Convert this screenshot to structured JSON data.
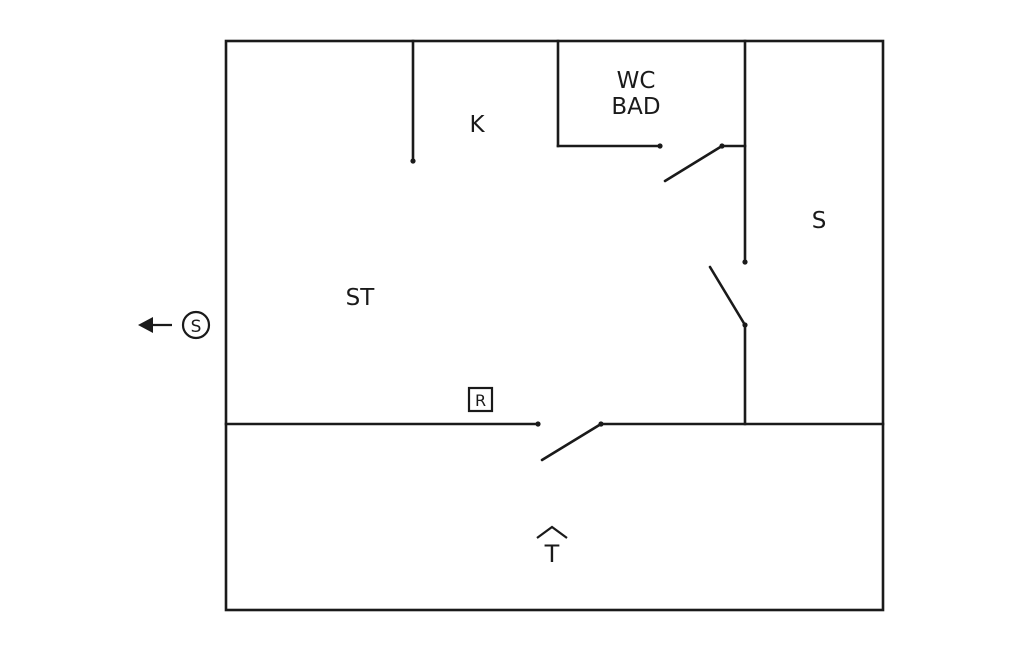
{
  "rooms": {
    "kitchen": "K",
    "wc_line1": "WC",
    "wc_line2": "BAD",
    "bedroom": "S",
    "living": "ST"
  },
  "symbols": {
    "stairs_exit_letter": "S",
    "r_box_letter": "R",
    "t_entrance_letter": "T"
  },
  "colors": {
    "line": "#1a1a1a",
    "background": "#ffffff"
  }
}
